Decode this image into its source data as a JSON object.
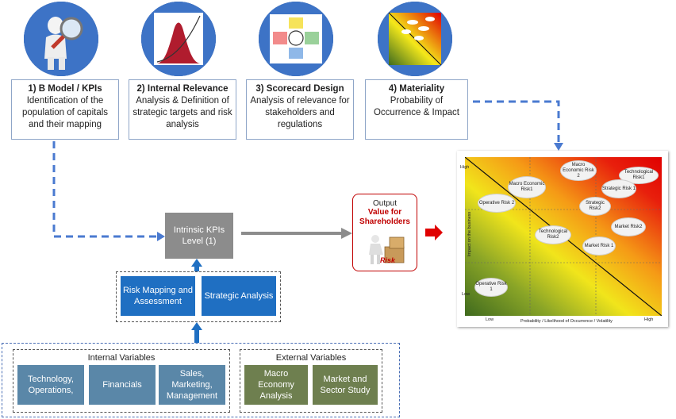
{
  "steps": [
    {
      "title": "1) B Model / KPIs",
      "desc": "Identification of the population of capitals and their mapping",
      "icon": "magnifier-figure-icon"
    },
    {
      "title": "2) Internal Relevance",
      "desc": "Analysis & Definition of strategic targets and risk analysis",
      "icon": "distribution-chart-icon"
    },
    {
      "title": "3) Scorecard Design",
      "desc": "Analysis of relevance for stakeholders and regulations",
      "icon": "scorecard-icon"
    },
    {
      "title": "4) Materiality",
      "desc": "Probability of Occurrence & Impact",
      "icon": "heatmap-icon"
    }
  ],
  "center": {
    "kpi": "Intrinsic KPIs Level (1)"
  },
  "analysis": {
    "risk": "Risk Mapping and Assessment",
    "strategic": "Strategic Analysis"
  },
  "variables": {
    "internal_title": "Internal Variables",
    "internal": [
      "Technology, Operations,",
      "Financials",
      "Sales, Marketing, Management"
    ],
    "external_title": "External Variables",
    "external": [
      "Macro Economy Analysis",
      "Market and Sector Study"
    ]
  },
  "output": {
    "title": "Output",
    "value": "Value for Shareholders",
    "risk": "Risk"
  },
  "matrix": {
    "y_high": "High",
    "y_low": "Low",
    "y_label": "Impact on the business",
    "x_low": "Low",
    "x_high": "High",
    "x_label": "Probability / Likelihood of Occurrence / Volatility",
    "risks": [
      "Macro Economic Risk 2",
      "Technological Risk1",
      "Macro Economic Risk1",
      "Strategic Risk 1",
      "Operative Risk 2",
      "Strategic Risk2",
      "Market Risk2",
      "Technological Risk2",
      "Market Risk 1",
      "Operative Risk 1"
    ]
  },
  "colors": {
    "blue": "#1f6fc2",
    "grey": "#8c8c8c",
    "slate": "#5a87a8",
    "olive": "#6e7f4f",
    "output_red": "#c00000",
    "arrow_red": "#e00000"
  }
}
